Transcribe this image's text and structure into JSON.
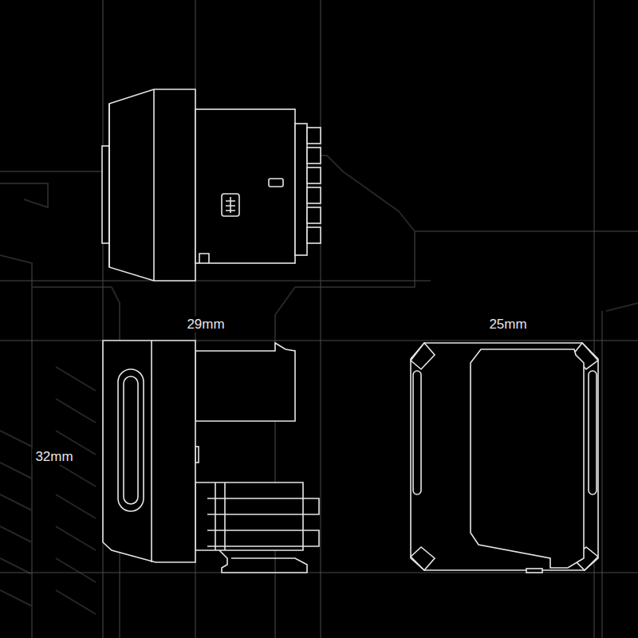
{
  "diagram": {
    "labels": [
      "29mm",
      "25mm",
      "32mm"
    ]
  }
}
